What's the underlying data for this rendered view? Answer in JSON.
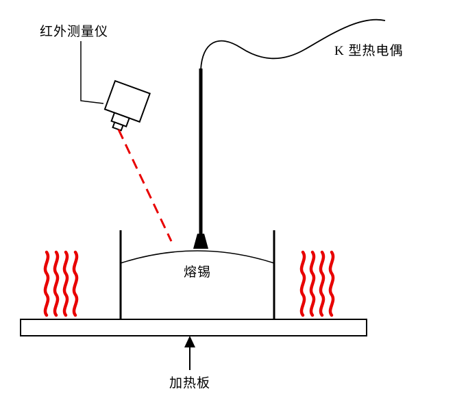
{
  "labels": {
    "infrared_meter": "红外测量仪",
    "thermocouple": "K 型热电偶",
    "molten_solder": "熔锡",
    "heating_plate": "加热板"
  },
  "colors": {
    "heat_red": "#e80000",
    "ink_black": "#000000"
  }
}
